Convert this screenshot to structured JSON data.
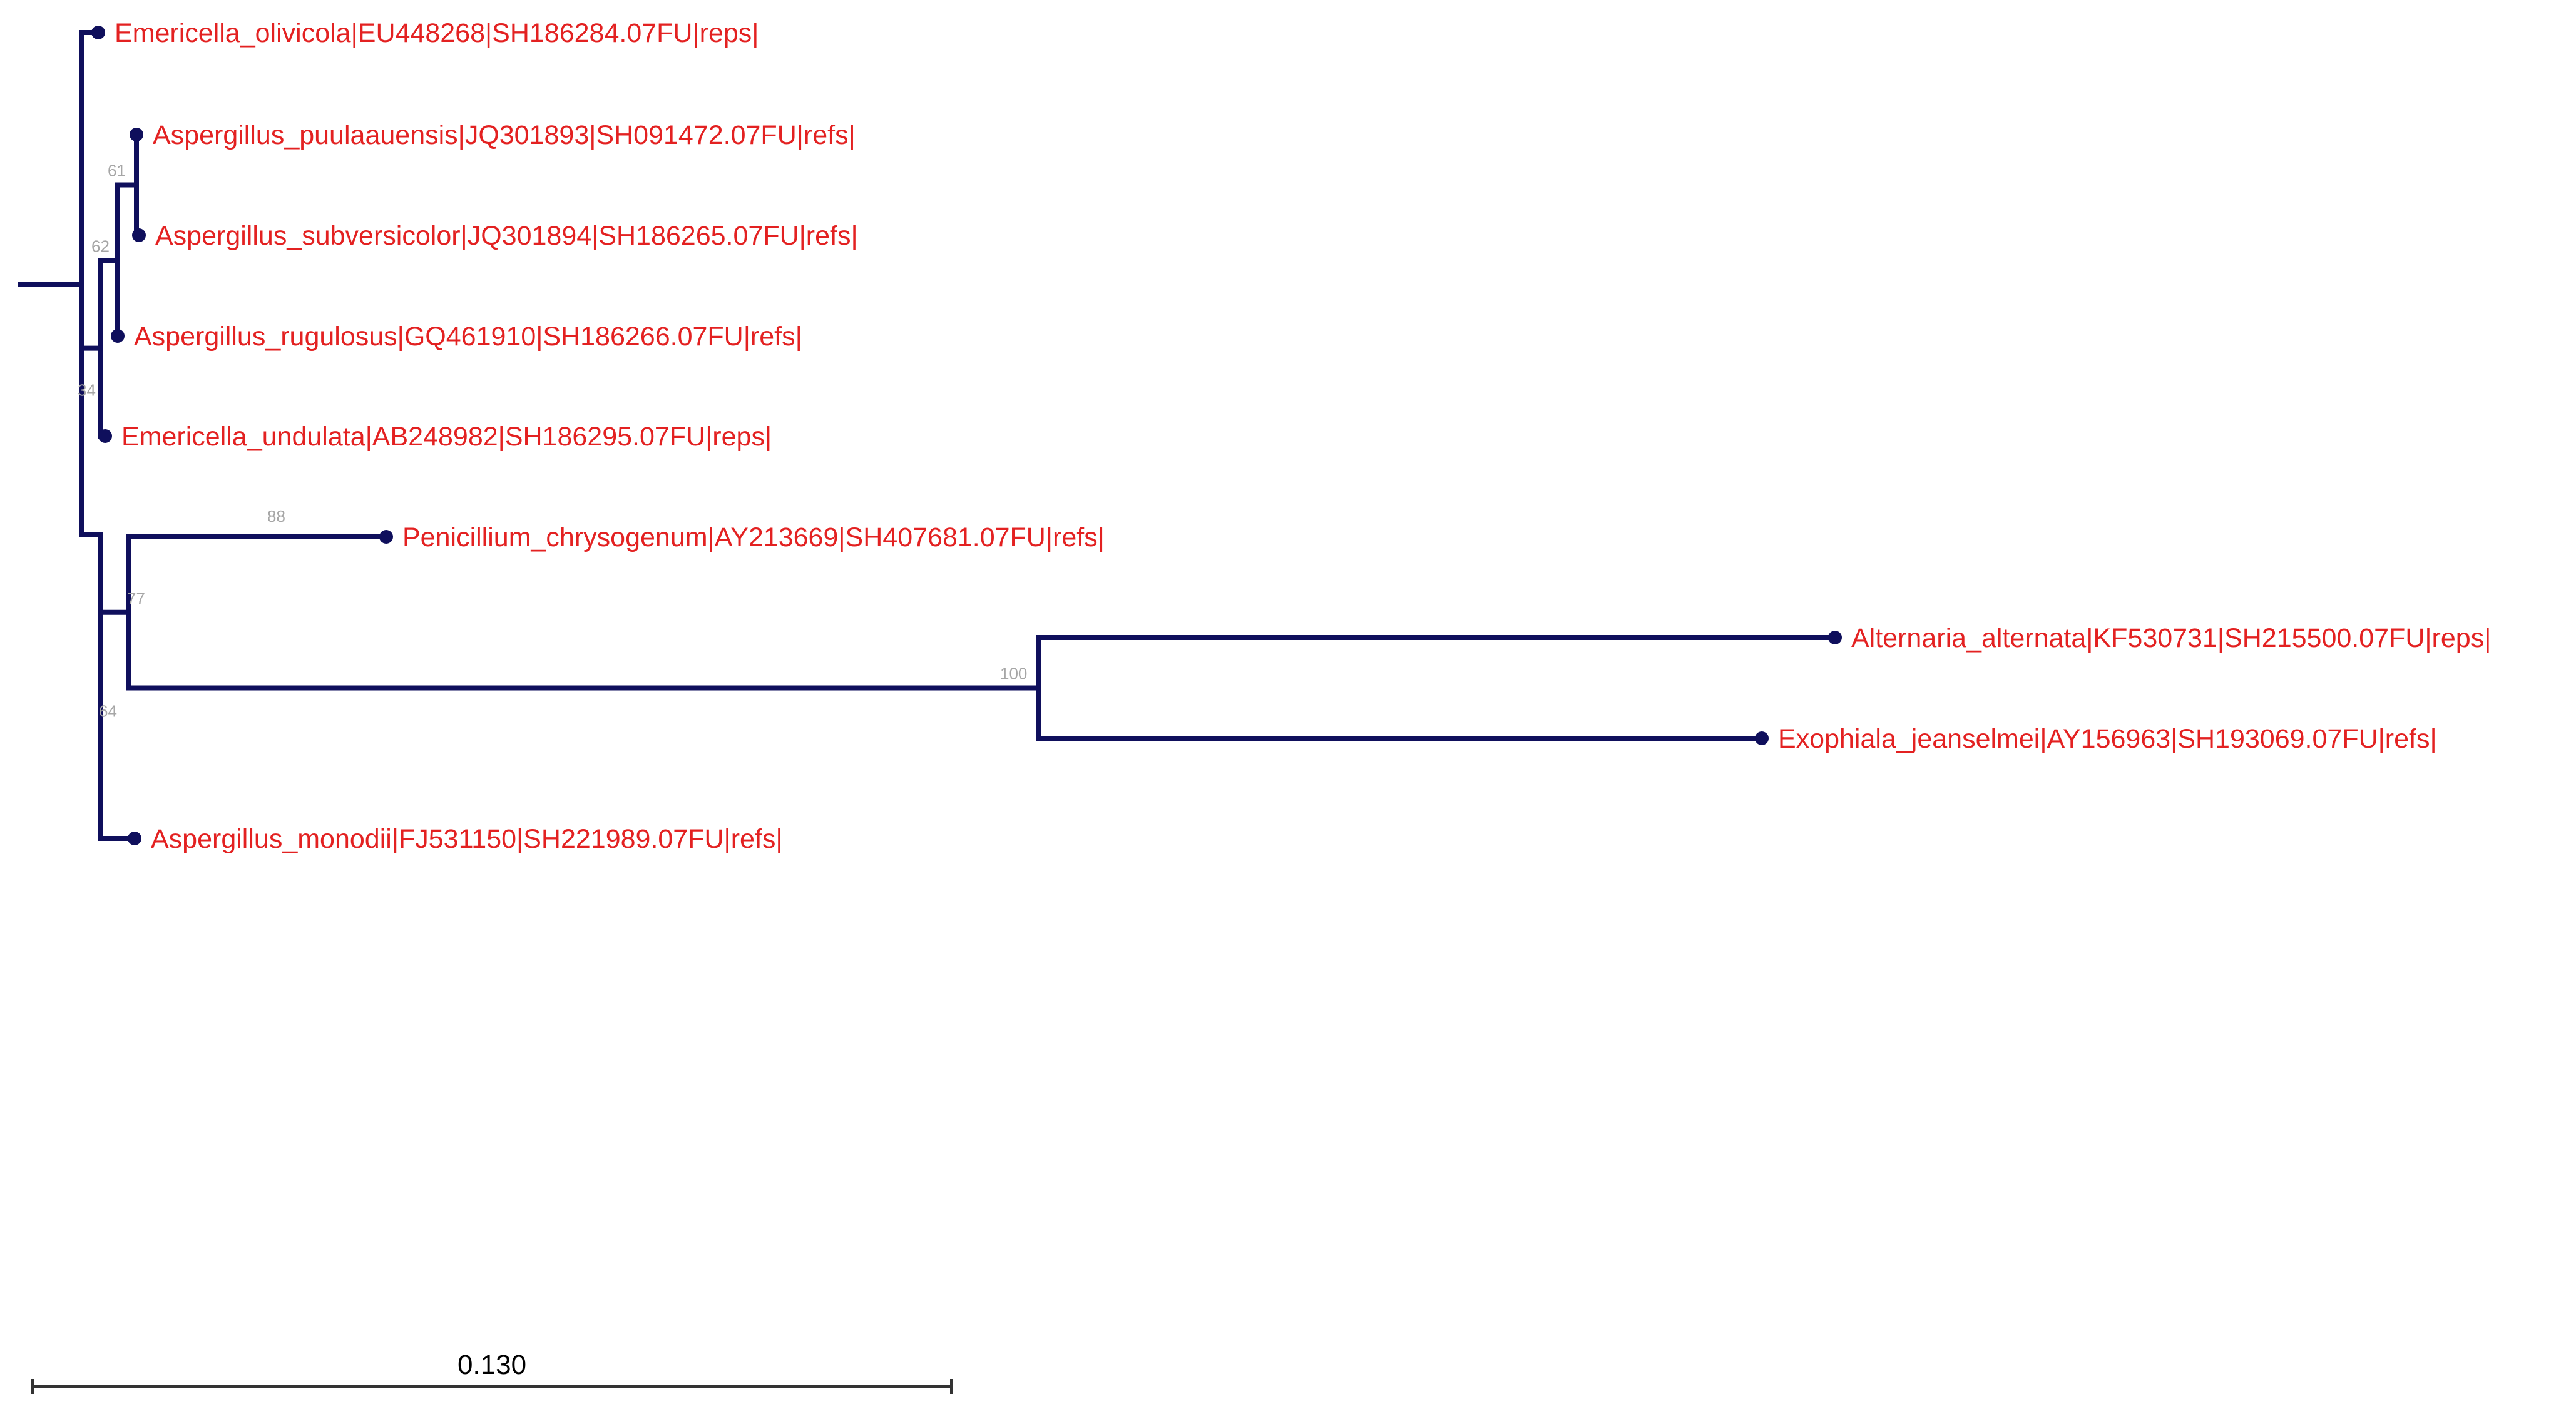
{
  "colors": {
    "branch": "#0f0f5c",
    "leaf_label": "#e32121",
    "bootstrap": "#a6a6a6",
    "scale": "#333333"
  },
  "tree": {
    "root": {
      "children": [
        {
          "children": [
            {
              "leaf": "Emericella_olivicola|EU448268|SH186284.07FU|reps|"
            },
            {
              "support": "34",
              "children": [
                {
                  "support": "62",
                  "children": [
                    {
                      "support": "61",
                      "children": [
                        {
                          "leaf": "Aspergillus_puulaauensis|JQ301893|SH091472.07FU|refs|"
                        },
                        {
                          "leaf": "Aspergillus_subversicolor|JQ301894|SH186265.07FU|refs|"
                        }
                      ]
                    },
                    {
                      "leaf": "Aspergillus_rugulosus|GQ461910|SH186266.07FU|refs|"
                    }
                  ]
                },
                {
                  "leaf": "Emericella_undulata|AB248982|SH186295.07FU|reps|"
                }
              ]
            }
          ]
        },
        {
          "support": "64",
          "children": [
            {
              "support": "77",
              "children": [
                {
                  "support": "88",
                  "leaf": "Penicillium_chrysogenum|AY213669|SH407681.07FU|refs|"
                },
                {
                  "support": "100",
                  "children": [
                    {
                      "leaf": "Alternaria_alternata|KF530731|SH215500.07FU|reps|"
                    },
                    {
                      "leaf": "Exophiala_jeanselmei|AY156963|SH193069.07FU|refs|"
                    }
                  ]
                }
              ]
            },
            {
              "leaf": "Aspergillus_monodii|FJ531150|SH221989.07FU|refs|"
            }
          ]
        }
      ]
    }
  },
  "scale_bar": {
    "label": "0.130"
  }
}
